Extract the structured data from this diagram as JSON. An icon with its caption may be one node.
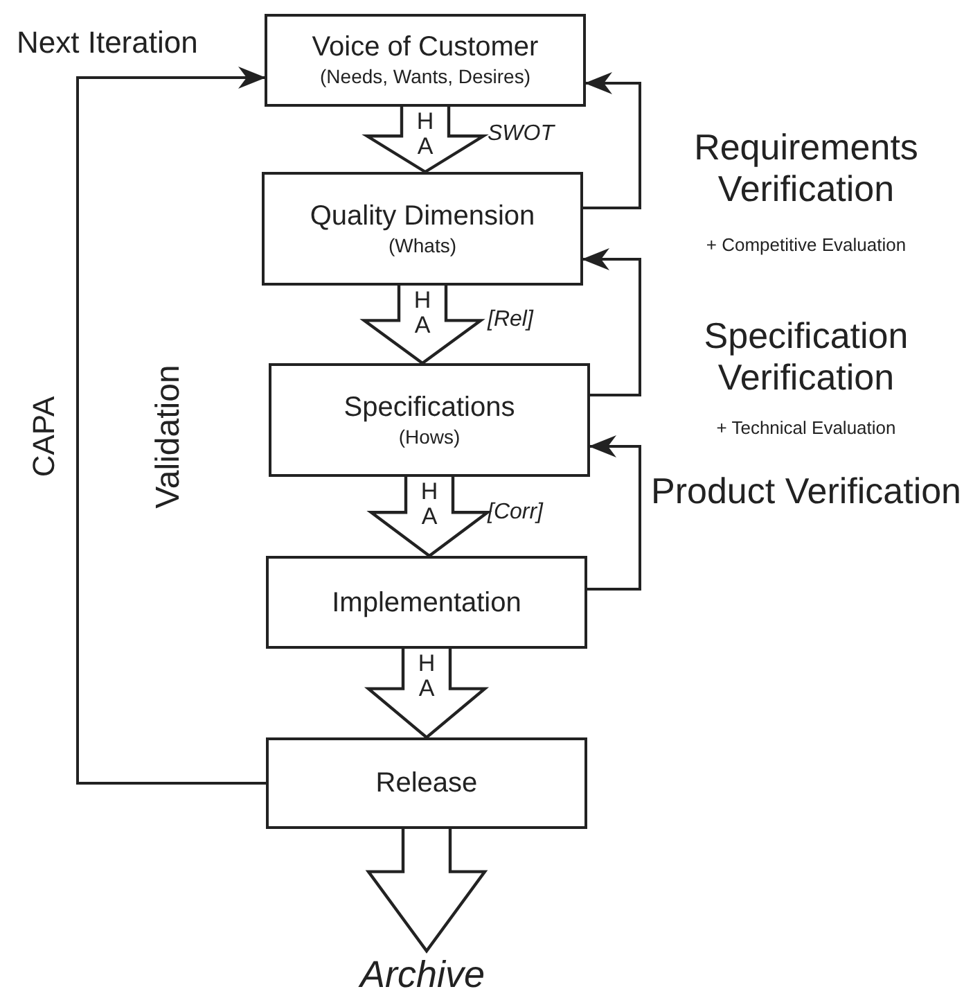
{
  "diagram": {
    "nodes": [
      {
        "text": [
          "Voice of Customer",
          "(Needs, Wants, Desires)"
        ]
      },
      {
        "text": [
          "Quality Dimension",
          "(Whats)"
        ]
      },
      {
        "text": [
          "Specifications",
          "(Hows)"
        ]
      },
      {
        "text": [
          "Implementation"
        ]
      },
      {
        "text": [
          "Release"
        ]
      },
      {
        "text": [
          "Archive"
        ]
      }
    ],
    "edges": [
      {
        "from": 0,
        "to": 1,
        "arrow": "to",
        "label": "H A",
        "style": "thick"
      },
      {
        "from": 1,
        "to": 2,
        "arrow": "to",
        "label": "H A",
        "style": "thick"
      },
      {
        "from": 2,
        "to": 3,
        "arrow": "to",
        "label": "H A",
        "style": "thick"
      },
      {
        "from": 3,
        "to": 4,
        "arrow": "to",
        "label": "H A",
        "style": "thick"
      },
      {
        "from": 4,
        "to": 5,
        "arrow": "to",
        "style": "thick"
      },
      {
        "from": 1,
        "to": 0,
        "arrow": "to"
      },
      {
        "from": 2,
        "to": 1,
        "arrow": "to"
      },
      {
        "from": 3,
        "to": 2,
        "arrow": "to"
      },
      {
        "from": 4,
        "to": 0,
        "arrow": "to"
      }
    ],
    "labels": [
      "Next Iteration",
      "CAPA",
      "Validation",
      "Requirements Verification",
      "+ Competitive Evaluation",
      "Specification Verification",
      "+ Technical Evaluation",
      "Product Verification",
      "SWOT",
      "[Rel]",
      "[Corr]"
    ]
  }
}
